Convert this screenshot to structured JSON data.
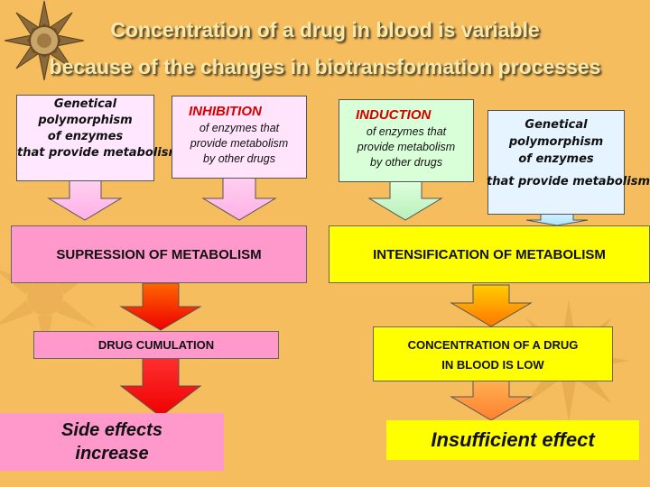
{
  "title": {
    "line1": "Concentration of a drug in blood is variable",
    "line2": "because of the changes in biotransformation processes"
  },
  "left_branch": {
    "genetic_box": {
      "lines": [
        "Genetical",
        "polymorphism",
        "of enzymes",
        "that provide metabolism"
      ]
    },
    "inhibition_box": {
      "heading": "INHIBITION",
      "lines": [
        "of enzymes that",
        "provide metabolism",
        "by other drugs"
      ]
    },
    "result_label": "SUPRESSION OF METABOLISM",
    "consequence_label": "DRUG CUMULATION",
    "outcome_lines": [
      "Side effects",
      "increase"
    ]
  },
  "right_branch": {
    "induction_box": {
      "heading": "INDUCTION",
      "lines": [
        "of enzymes that",
        "provide metabolism",
        "by other drugs"
      ]
    },
    "genetic_box": {
      "lines": [
        "Genetical",
        "polymorphism",
        "of enzymes",
        "that provide metabolism"
      ]
    },
    "result_label": "INTENSIFICATION OF METABOLISM",
    "consequence_lines": [
      "CONCENTRATION OF A DRUG",
      "IN BLOOD IS LOW"
    ],
    "outcome_label": "Insufficient effect"
  },
  "colors": {
    "background": "#f6bd5e",
    "genetic_left_fill": "#ffe8ff",
    "inhibition_fill": "#ffe4fb",
    "induction_fill": "#d9ffd9",
    "genetic_right_fill": "#e6f4ff",
    "suppression_fill": "#ff99cc",
    "cumulation_fill": "#ff99cc",
    "side_effects_fill": "#ff99cc",
    "intensification_fill": "#ffff00",
    "low_concentration_fill": "#ffff00",
    "insufficient_fill": "#ffff00",
    "drug_heading": "#d40000"
  }
}
